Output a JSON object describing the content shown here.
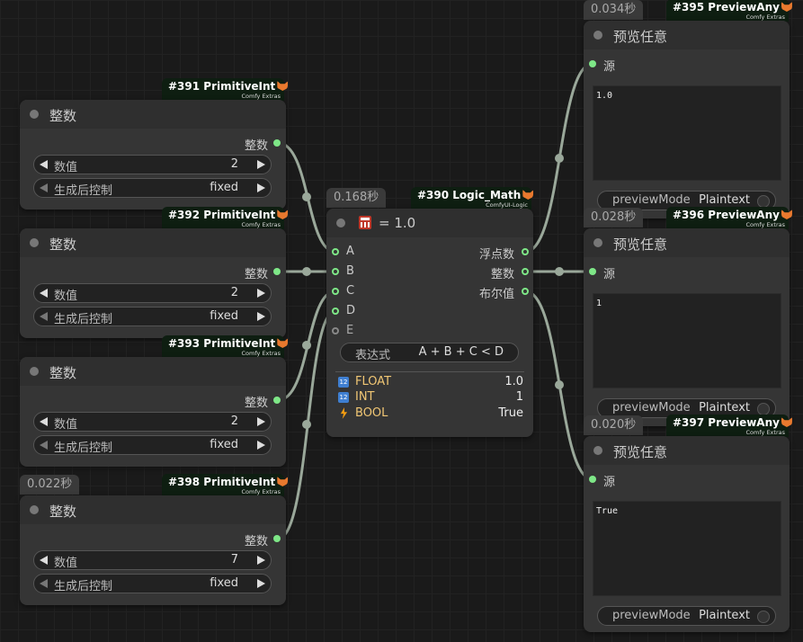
{
  "colors": {
    "link": "#9aa89a",
    "slot": "#7ee787",
    "badge_bg": "#0e1e11",
    "type_name": "#f0c674"
  },
  "primitive_nodes": [
    {
      "badge": "#391 PrimitiveInt",
      "badge_sub": "Comfy Extras",
      "title": "整数",
      "output": "整数",
      "value_label": "数值",
      "value": "2",
      "control_label": "生成后控制",
      "control_value": "fixed"
    },
    {
      "badge": "#392 PrimitiveInt",
      "badge_sub": "Comfy Extras",
      "title": "整数",
      "output": "整数",
      "value_label": "数值",
      "value": "2",
      "control_label": "生成后控制",
      "control_value": "fixed"
    },
    {
      "badge": "#393 PrimitiveInt",
      "badge_sub": "Comfy Extras",
      "title": "整数",
      "output": "整数",
      "value_label": "数值",
      "value": "2",
      "control_label": "生成后控制",
      "control_value": "fixed"
    },
    {
      "badge": "#398 PrimitiveInt",
      "badge_sub": "Comfy Extras",
      "timer": "0.022秒",
      "title": "整数",
      "output": "整数",
      "value_label": "数值",
      "value": "7",
      "control_label": "生成后控制",
      "control_value": "fixed"
    }
  ],
  "logic_node": {
    "badge": "#390 Logic_Math",
    "badge_sub": "ComfyUI-Logic",
    "timer": "0.168秒",
    "title": "= 1.0",
    "inputs": [
      "A",
      "B",
      "C",
      "D",
      "E"
    ],
    "outputs": [
      "浮点数",
      "整数",
      "布尔值"
    ],
    "expr_label": "表达式",
    "expr_value": "A + B + C < D",
    "results": [
      {
        "icon": "number-icon",
        "name": "FLOAT",
        "value": "1.0"
      },
      {
        "icon": "number-icon",
        "name": "INT",
        "value": "1"
      },
      {
        "icon": "lightning-icon",
        "name": "BOOL",
        "value": "True"
      }
    ]
  },
  "preview_nodes": [
    {
      "badge": "#395 PreviewAny",
      "badge_sub": "Comfy Extras",
      "timer": "0.034秒",
      "title": "预览任意",
      "input": "源",
      "text": "1.0",
      "mode_label": "previewMode",
      "mode_value": "Plaintext"
    },
    {
      "badge": "#396 PreviewAny",
      "badge_sub": "Comfy Extras",
      "timer": "0.028秒",
      "title": "预览任意",
      "input": "源",
      "text": "1",
      "mode_label": "previewMode",
      "mode_value": "Plaintext"
    },
    {
      "badge": "#397 PreviewAny",
      "badge_sub": "Comfy Extras",
      "timer": "0.020秒",
      "title": "预览任意",
      "input": "源",
      "text": "True",
      "mode_label": "previewMode",
      "mode_value": "Plaintext"
    }
  ]
}
